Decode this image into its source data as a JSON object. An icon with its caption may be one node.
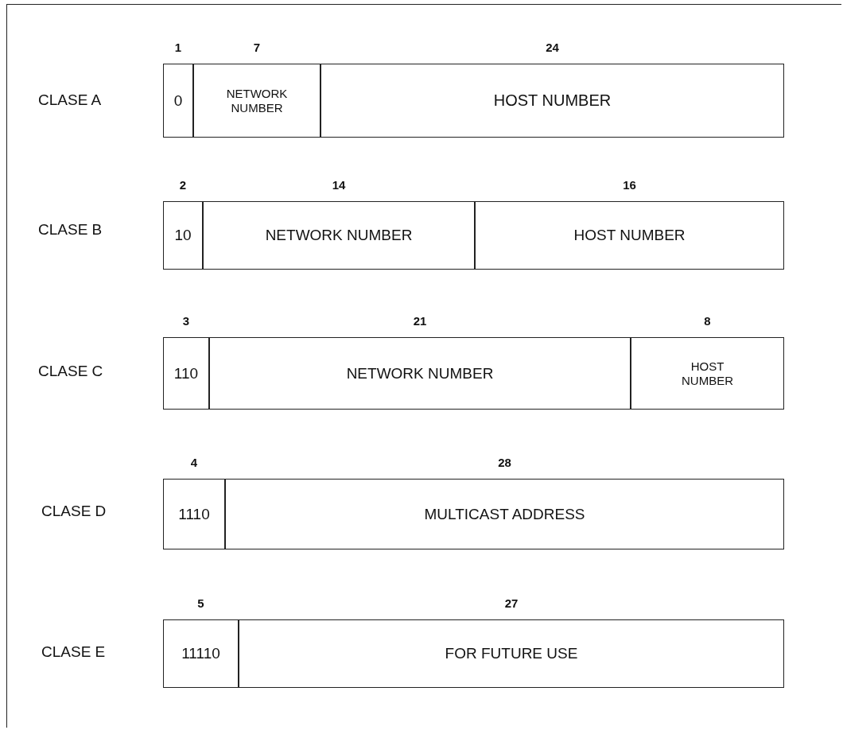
{
  "diagram": {
    "nodes": [
      {
        "text": [
          "0"
        ],
        "beside": [
          "1"
        ]
      },
      {
        "text": [
          "NETWORK NUMBER"
        ],
        "beside": [
          "7"
        ]
      },
      {
        "text": [
          "HOST NUMBER"
        ],
        "beside": [
          "24"
        ]
      },
      {
        "text": [
          "10"
        ],
        "beside": [
          "2"
        ]
      },
      {
        "text": [
          "NETWORK NUMBER"
        ],
        "beside": [
          "14"
        ]
      },
      {
        "text": [
          "HOST NUMBER"
        ],
        "beside": [
          "16"
        ]
      },
      {
        "text": [
          "110"
        ],
        "beside": [
          "3"
        ]
      },
      {
        "text": [
          "NETWORK NUMBER"
        ],
        "beside": [
          "21"
        ]
      },
      {
        "text": [
          "HOST NUMBER"
        ],
        "beside": [
          "8"
        ]
      },
      {
        "text": [
          "1110"
        ],
        "beside": [
          "4"
        ]
      },
      {
        "text": [
          "MULTICAST ADDRESS"
        ],
        "beside": [
          "28"
        ]
      },
      {
        "text": [
          "11110"
        ],
        "beside": [
          "5"
        ]
      },
      {
        "text": [
          "FOR FUTURE USE"
        ],
        "beside": [
          "27"
        ]
      }
    ],
    "labels": [
      "CLASE A",
      "CLASE B",
      "CLASE C",
      "CLASE D",
      "CLASE E"
    ]
  }
}
